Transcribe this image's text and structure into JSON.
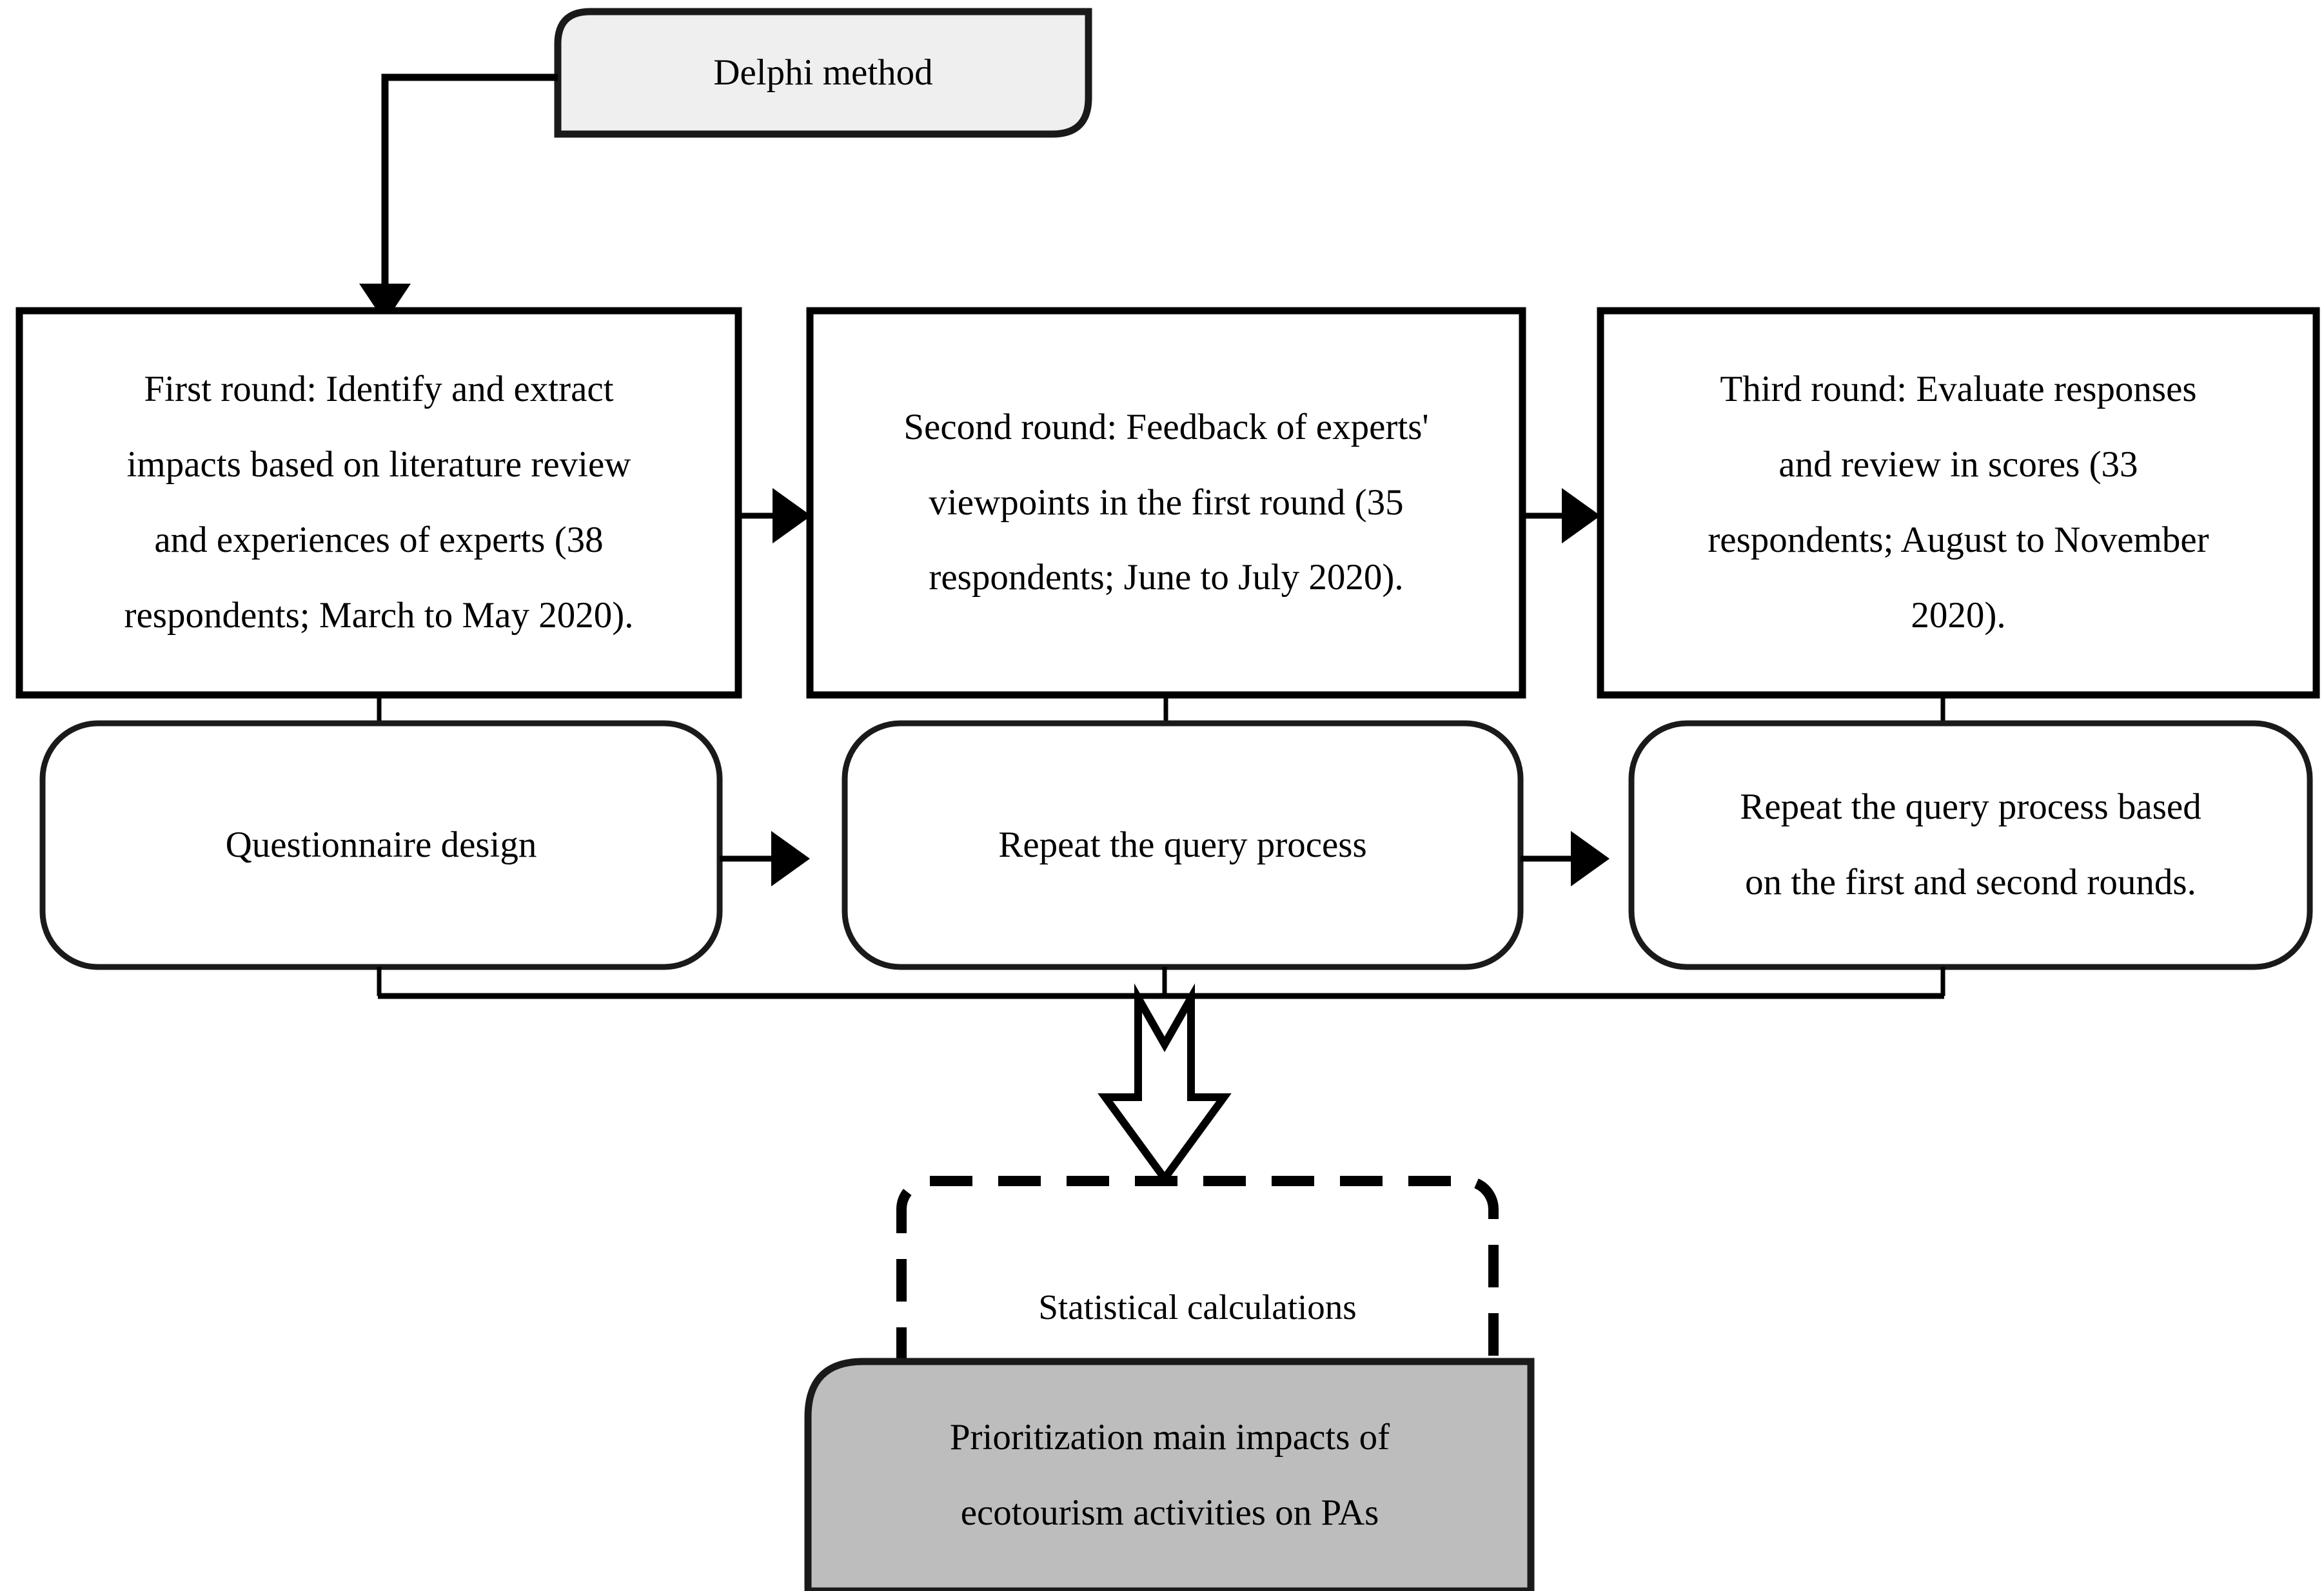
{
  "diagram": {
    "title": "Delphi method flowchart",
    "type": "flowchart",
    "colors": {
      "delphi_fill": "#efefef",
      "result_fill": "#bdbdbd",
      "box_fill": "#ffffff",
      "stroke": "#000000",
      "page_background": "#ffffff"
    },
    "nodes": {
      "delphi": {
        "label": "Delphi method",
        "shape": "rounded-top-left-bottom-right",
        "fill": "#efefef"
      },
      "round1": {
        "label": "First round: Identify and extract impacts based on literature review and experiences of experts (38 respondents; March to May 2020).",
        "lines": [
          "First round: Identify and extract",
          "impacts based on literature review",
          "and experiences of experts (38",
          "respondents; March to May 2020)."
        ],
        "shape": "rectangle",
        "fill": "#ffffff"
      },
      "round2": {
        "label": "Second round: Feedback of experts' viewpoints in the first round (35 respondents; June to July 2020).",
        "lines": [
          "Second round: Feedback of experts'",
          "viewpoints in the first round (35",
          "respondents; June to July 2020)."
        ],
        "shape": "rectangle",
        "fill": "#ffffff"
      },
      "round3": {
        "label": "Third round: Evaluate responses and review in scores (33 respondents; August to November 2020).",
        "lines": [
          "Third round: Evaluate responses",
          "and review in scores (33",
          "respondents; August to November",
          "2020)."
        ],
        "shape": "rectangle",
        "fill": "#ffffff"
      },
      "questionnaire": {
        "label": "Questionnaire design",
        "lines": [
          "Questionnaire design"
        ],
        "shape": "rounded-rectangle",
        "fill": "#ffffff"
      },
      "repeat_query": {
        "label": "Repeat the query process",
        "lines": [
          "Repeat the query process"
        ],
        "shape": "rounded-rectangle",
        "fill": "#ffffff"
      },
      "repeat_based": {
        "label": "Repeat the query process based on the first and second rounds.",
        "lines": [
          "Repeat the query process based",
          "on the first and second rounds."
        ],
        "shape": "rounded-rectangle",
        "fill": "#ffffff"
      },
      "statistics": {
        "label": "Statistical calculations",
        "lines": [
          "Statistical calculations"
        ],
        "shape": "dashed-rounded-rectangle",
        "fill": "#ffffff"
      },
      "result": {
        "label": "Prioritization main impacts of ecotourism activities on PAs",
        "lines": [
          "Prioritization main impacts of",
          "ecotourism activities on PAs"
        ],
        "shape": "rounded-top-left-bottom-right",
        "fill": "#bdbdbd"
      }
    },
    "connectors": [
      {
        "from": "delphi",
        "to": "round1",
        "style": "elbow-solid-arrow"
      },
      {
        "from": "round1",
        "to": "round2",
        "style": "horizontal-solid-arrow"
      },
      {
        "from": "round2",
        "to": "round3",
        "style": "horizontal-solid-arrow"
      },
      {
        "from": "round1",
        "to": "questionnaire",
        "style": "vertical-line"
      },
      {
        "from": "round2",
        "to": "repeat_query",
        "style": "vertical-line"
      },
      {
        "from": "round3",
        "to": "repeat_based",
        "style": "vertical-line"
      },
      {
        "from": "questionnaire",
        "to": "repeat_query",
        "style": "horizontal-solid-arrow"
      },
      {
        "from": "repeat_query",
        "to": "repeat_based",
        "style": "horizontal-solid-arrow"
      },
      {
        "from": "bottom-row-collector",
        "to": "statistics",
        "style": "hollow-block-arrow"
      },
      {
        "from": "statistics",
        "to": "result",
        "style": "filled-block-arrow"
      }
    ]
  }
}
